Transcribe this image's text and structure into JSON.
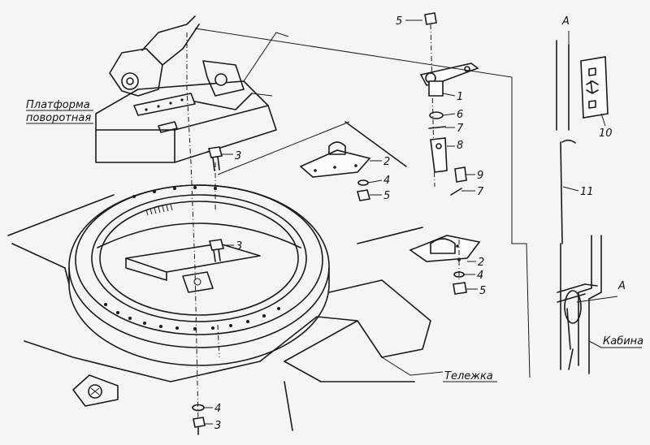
{
  "labels": {
    "platform_line1": "Платформа",
    "platform_line2": "поворотная",
    "trolley": "Тележка",
    "cabin": "Кабина",
    "view_a_top": "A",
    "view_a_detail": "A"
  },
  "callouts": {
    "c1": "1",
    "c2a": "2",
    "c2b": "2",
    "c3a": "3",
    "c3b": "3",
    "c3c": "3",
    "c4a": "4",
    "c4b": "4",
    "c4c": "4",
    "c5a": "5",
    "c5b": "5",
    "c5c": "5",
    "c6": "6",
    "c7a": "7",
    "c7b": "7",
    "c8": "8",
    "c9": "9",
    "c10": "10",
    "c11": "11"
  }
}
